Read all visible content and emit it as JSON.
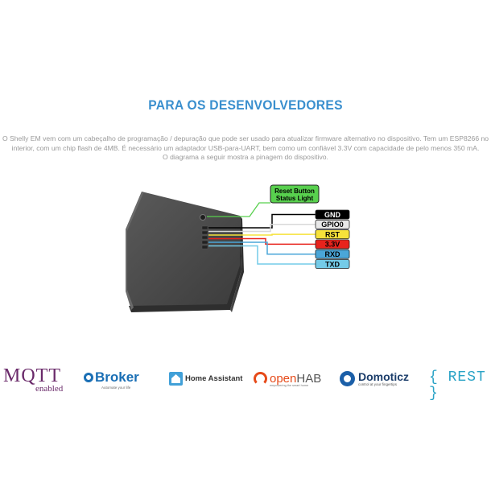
{
  "section": {
    "title": "PARA OS DESENVOLVEDORES",
    "description": [
      "O Shelly EM vem com um cabeçalho de programação / depuração que pode ser usado para atualizar firmware alternativo no dispositivo. Tem um ESP8266 no",
      "interior, com um chip flash de 4MB. É necessário um adaptador USB-para-UART, bem como um confiável 3.3V com capacidade de pelo menos 350 mA.",
      "O diagrama a seguir mostra a pinagem do dispositivo."
    ]
  },
  "pinout": {
    "button_label": [
      "Reset Button",
      "Status Light"
    ],
    "button_color": "#58d04e",
    "pins": [
      {
        "label": "GND",
        "color": "#000000",
        "text_color": "#ffffff",
        "wire": "#000000"
      },
      {
        "label": "GPIO0",
        "color": "#e8e8e8",
        "text_color": "#000000",
        "wire": "#eeeeee"
      },
      {
        "label": "RST",
        "color": "#f6e23a",
        "text_color": "#000000",
        "wire": "#f6e23a"
      },
      {
        "label": "3.3V",
        "color": "#e8231c",
        "text_color": "#000000",
        "wire": "#e8231c"
      },
      {
        "label": "RXD",
        "color": "#4aa6d8",
        "text_color": "#000000",
        "wire": "#4aa6d8"
      },
      {
        "label": "TXD",
        "color": "#74cbe8",
        "text_color": "#000000",
        "wire": "#74cbe8"
      }
    ]
  },
  "logos": {
    "mqtt": {
      "name": "MQTT",
      "sub": "enabled"
    },
    "iobroker": {
      "name": "Broker",
      "tagline": "Automate your life"
    },
    "home_assistant": {
      "name": "Home Assistant"
    },
    "openhab": {
      "name_a": "open",
      "name_b": "HAB",
      "tagline": "empowering the smart home"
    },
    "domoticz": {
      "name": "Domoticz",
      "tagline": "control at your fingertips"
    },
    "rest": {
      "name": "{ REST }"
    }
  }
}
